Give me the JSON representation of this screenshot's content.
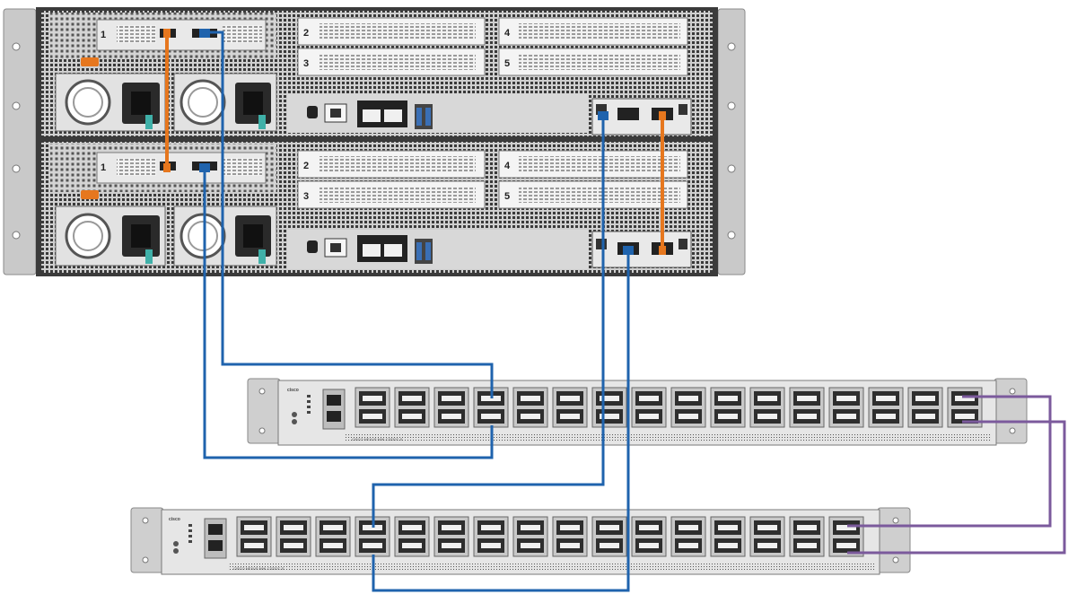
{
  "server": {
    "top_node": {
      "riser_numbers": [
        "1",
        "2",
        "3",
        "4",
        "5"
      ]
    },
    "bottom_node": {
      "riser_numbers": [
        "1",
        "2",
        "3",
        "4",
        "5"
      ]
    }
  },
  "switches": [
    {
      "model_label": "CISCO NEXUS N9K-C3232C-S",
      "brand": "cisco"
    },
    {
      "model_label": "CISCO NEXUS N9K-C3232C-S",
      "brand": "cisco"
    }
  ],
  "colors": {
    "server_chassis": "#d9d9d9",
    "switch_body": "#e4e4e4",
    "cable_blue": "#1f63ad",
    "cable_orange": "#e6771e",
    "cable_purple": "#7b5a9c",
    "psu_green": "#3fb0a8"
  }
}
